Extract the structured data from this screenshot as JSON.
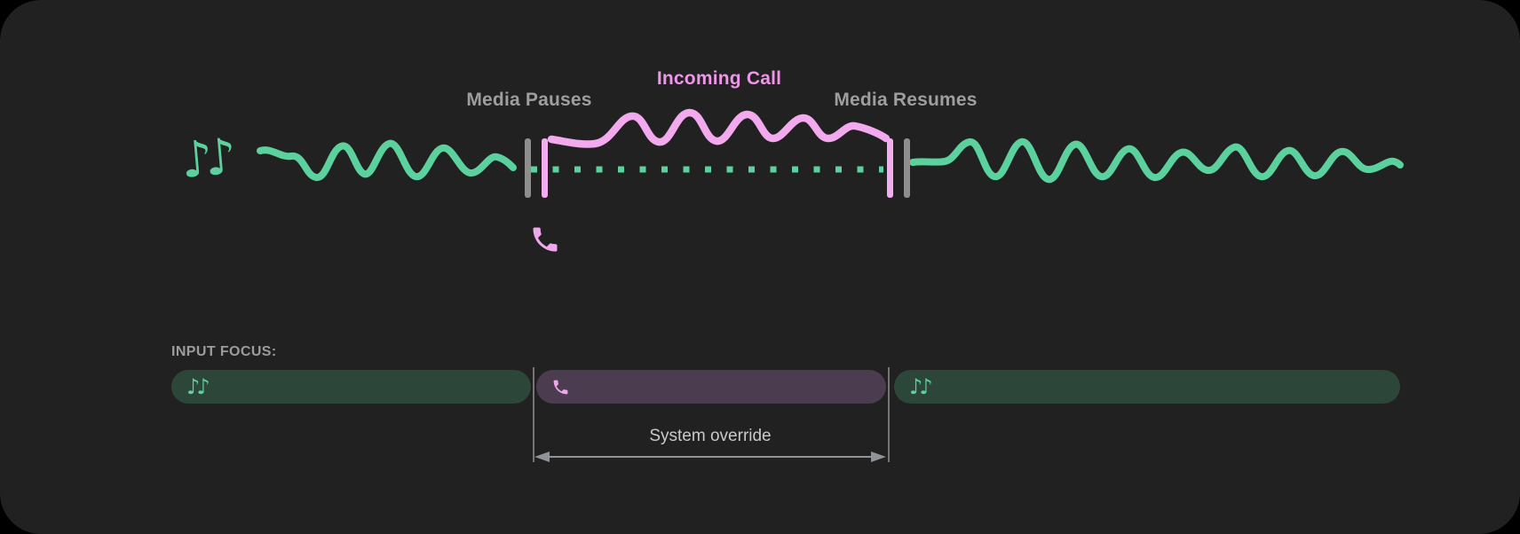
{
  "diagram": {
    "pause_label": "Media Pauses",
    "call_label": "Incoming Call",
    "resume_label": "Media Resumes",
    "segments": [
      {
        "type": "media-playing",
        "icon": "music-notes-icon",
        "color": "#5bd19d"
      },
      {
        "type": "incoming-call",
        "icon": "phone-icon",
        "color": "#f2a9ee"
      },
      {
        "type": "media-playing",
        "icon": "music-notes-icon",
        "color": "#5bd19d"
      }
    ],
    "colors": {
      "media_green": "#5bd19d",
      "call_pink": "#f2a9ee",
      "marker_gray": "#8e8e8e",
      "label_gray": "#9e9e9e",
      "card_background": "#212121",
      "page_background": "#000000"
    }
  },
  "input_focus": {
    "label": "INPUT FOCUS:",
    "override_label": "System override",
    "bars": [
      {
        "type": "media",
        "icon": "music-notes-icon",
        "color": "#2d463a"
      },
      {
        "type": "call",
        "icon": "phone-icon",
        "color": "#4b3c50"
      },
      {
        "type": "media",
        "icon": "music-notes-icon",
        "color": "#2d463a"
      }
    ]
  },
  "glyphs": {
    "music_notes": "♪♪"
  }
}
